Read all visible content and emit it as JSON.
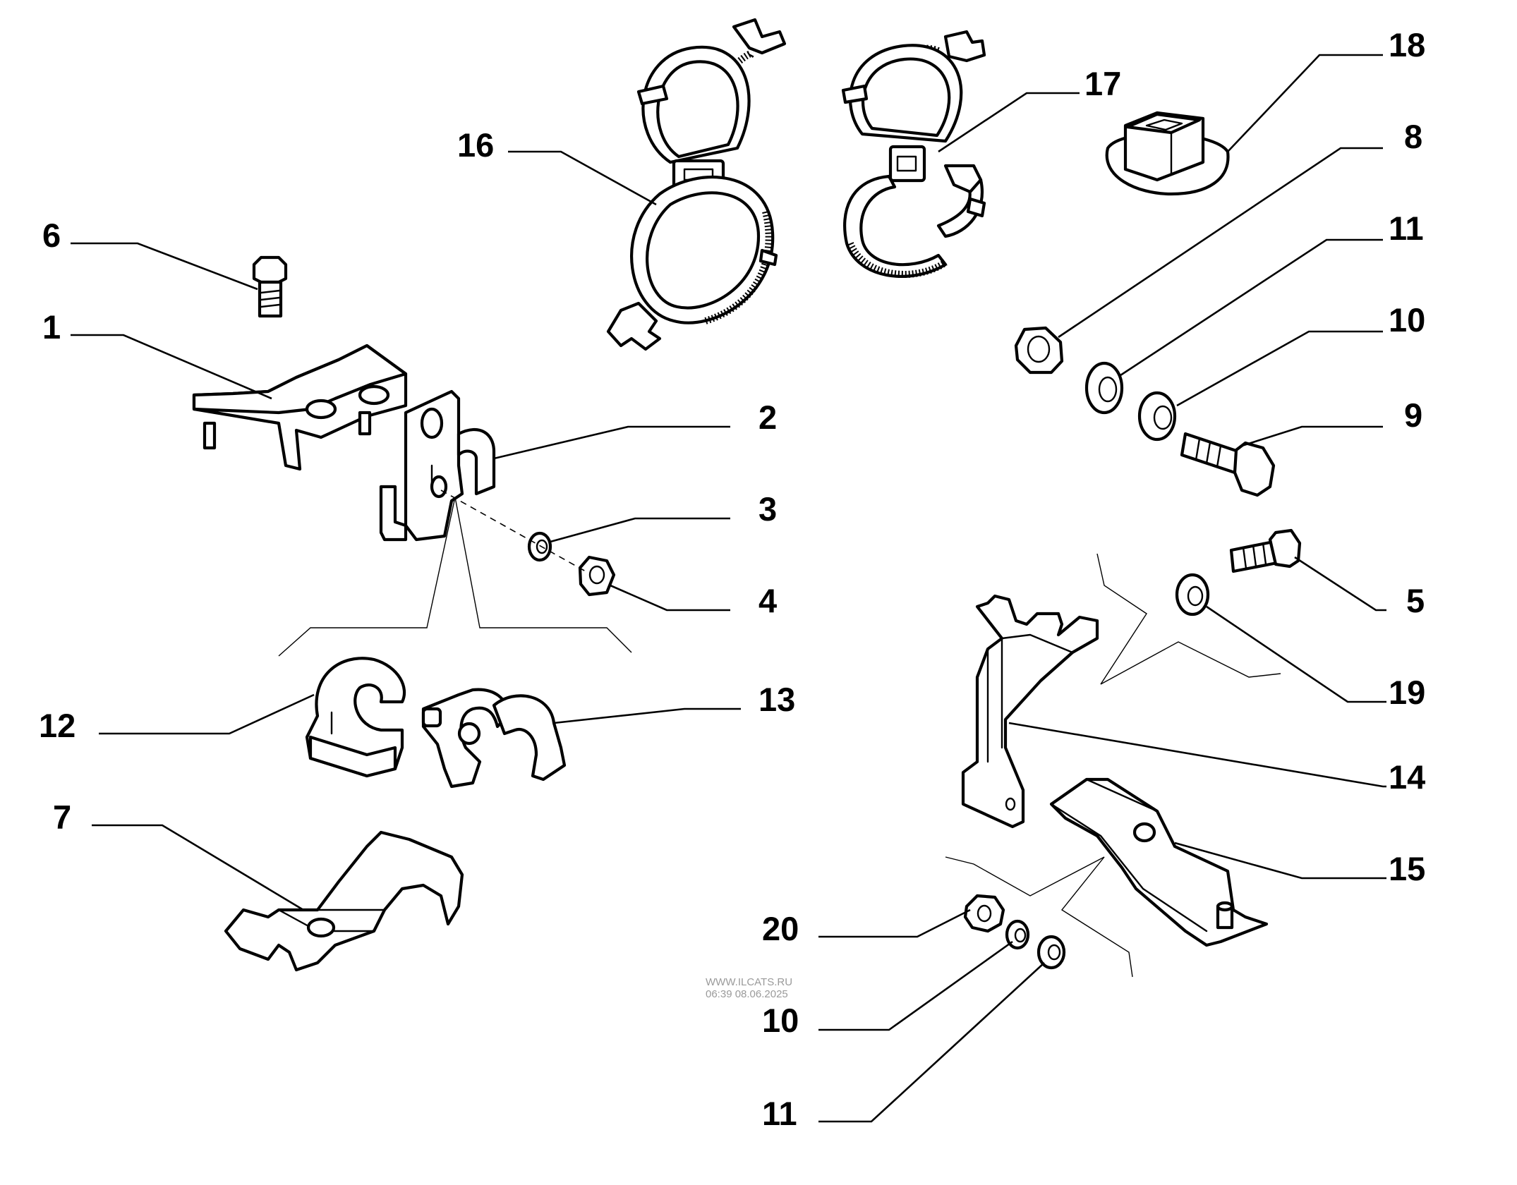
{
  "callouts": [
    {
      "id": "c16",
      "label": "16"
    },
    {
      "id": "c17",
      "label": "17"
    },
    {
      "id": "c18",
      "label": "18"
    },
    {
      "id": "c8",
      "label": "8"
    },
    {
      "id": "c6",
      "label": "6"
    },
    {
      "id": "c11a",
      "label": "11"
    },
    {
      "id": "c1",
      "label": "1"
    },
    {
      "id": "c10a",
      "label": "10"
    },
    {
      "id": "c2",
      "label": "2"
    },
    {
      "id": "c9",
      "label": "9"
    },
    {
      "id": "c3",
      "label": "3"
    },
    {
      "id": "c4",
      "label": "4"
    },
    {
      "id": "c5",
      "label": "5"
    },
    {
      "id": "c19",
      "label": "19"
    },
    {
      "id": "c12",
      "label": "12"
    },
    {
      "id": "c13",
      "label": "13"
    },
    {
      "id": "c14",
      "label": "14"
    },
    {
      "id": "c7",
      "label": "7"
    },
    {
      "id": "c15",
      "label": "15"
    },
    {
      "id": "c20",
      "label": "20"
    },
    {
      "id": "c10b",
      "label": "10"
    },
    {
      "id": "c11b",
      "label": "11"
    }
  ],
  "watermark": {
    "line1": "WWW.ILCATS.RU",
    "line2": "06:39 08.06.2025"
  }
}
